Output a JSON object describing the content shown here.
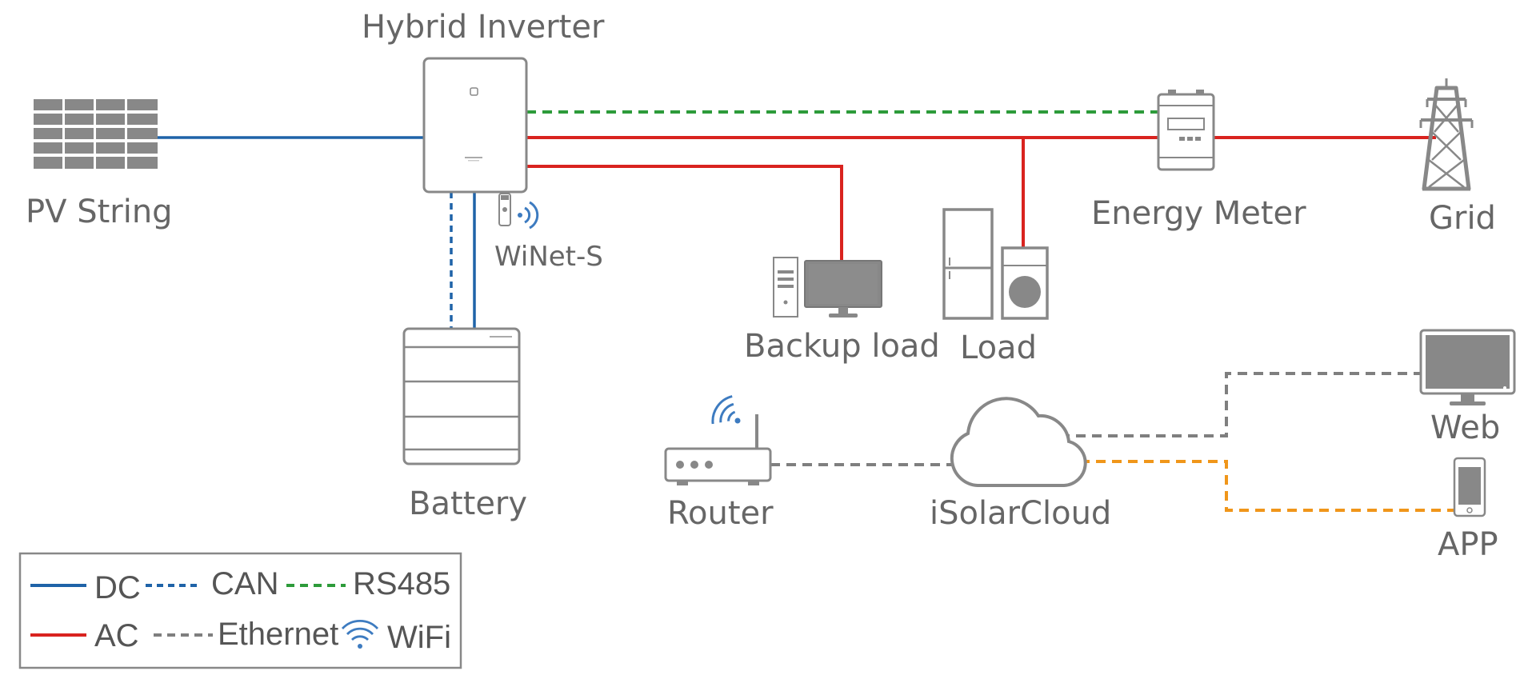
{
  "colors": {
    "dc": "#1f63a8",
    "can": "#1f63a8",
    "rs485": "#2d9b3a",
    "ac": "#d9231f",
    "ethernet": "#7f7f7f",
    "wifi": "#3d7bc0",
    "app_link": "#f0961a",
    "device_gray": "#888888"
  },
  "labels": {
    "pv_string": "PV String",
    "hybrid_inverter": "Hybrid Inverter",
    "winet_s": "WiNet-S",
    "battery": "Battery",
    "backup_load": "Backup load",
    "load": "Load",
    "energy_meter": "Energy Meter",
    "grid": "Grid",
    "router": "Router",
    "isolarcloud": "iSolarCloud",
    "web": "Web",
    "app": "APP"
  },
  "legend": {
    "dc": "DC",
    "can": "CAN",
    "rs485": "RS485",
    "ac": "AC",
    "ethernet": "Ethernet",
    "wifi": "WiFi"
  },
  "icons": {
    "pv": "solar-panel-icon",
    "inverter": "inverter-icon",
    "dongle": "winet-dongle-icon",
    "battery": "battery-stack-icon",
    "backup": "desktop-computer-icon",
    "load": "fridge-washer-icon",
    "meter": "energy-meter-icon",
    "grid": "transmission-tower-icon",
    "router": "router-icon",
    "cloud": "cloud-icon",
    "web": "monitor-icon",
    "app": "smartphone-icon"
  }
}
